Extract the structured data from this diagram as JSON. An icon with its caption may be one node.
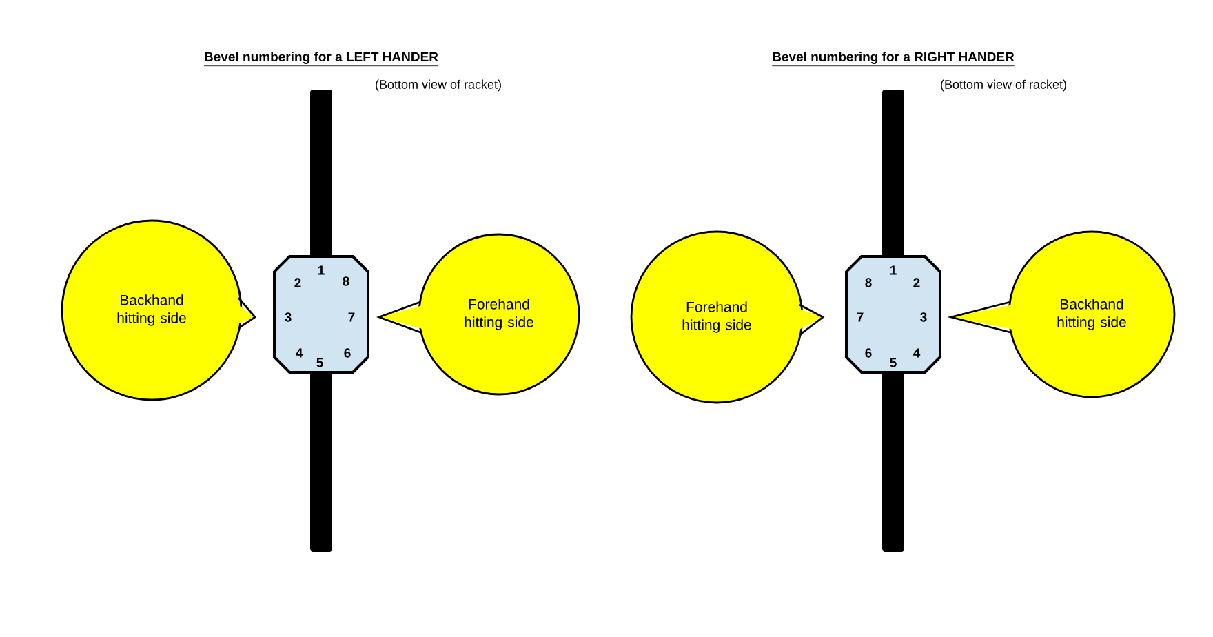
{
  "diagram": {
    "nodes": [
      {
        "text": [
          "Backhand hitting side"
        ]
      },
      {
        "text": [
          "1",
          "2",
          "8",
          "3",
          "7",
          "4",
          "6",
          "5"
        ]
      },
      {
        "text": [
          "Forehand hitting side"
        ]
      },
      {
        "text": [
          "Forehand hitting side"
        ]
      },
      {
        "text": [
          "1",
          "8",
          "2",
          "7",
          "3",
          "6",
          "4",
          "5"
        ]
      },
      {
        "text": [
          "Backhand hitting side"
        ]
      }
    ],
    "labels": [
      "Bevel numbering for a LEFT HANDER",
      "(Bottom view of racket)",
      "Bevel numbering for a RIGHT HANDER",
      "(Bottom view of racket)"
    ]
  }
}
